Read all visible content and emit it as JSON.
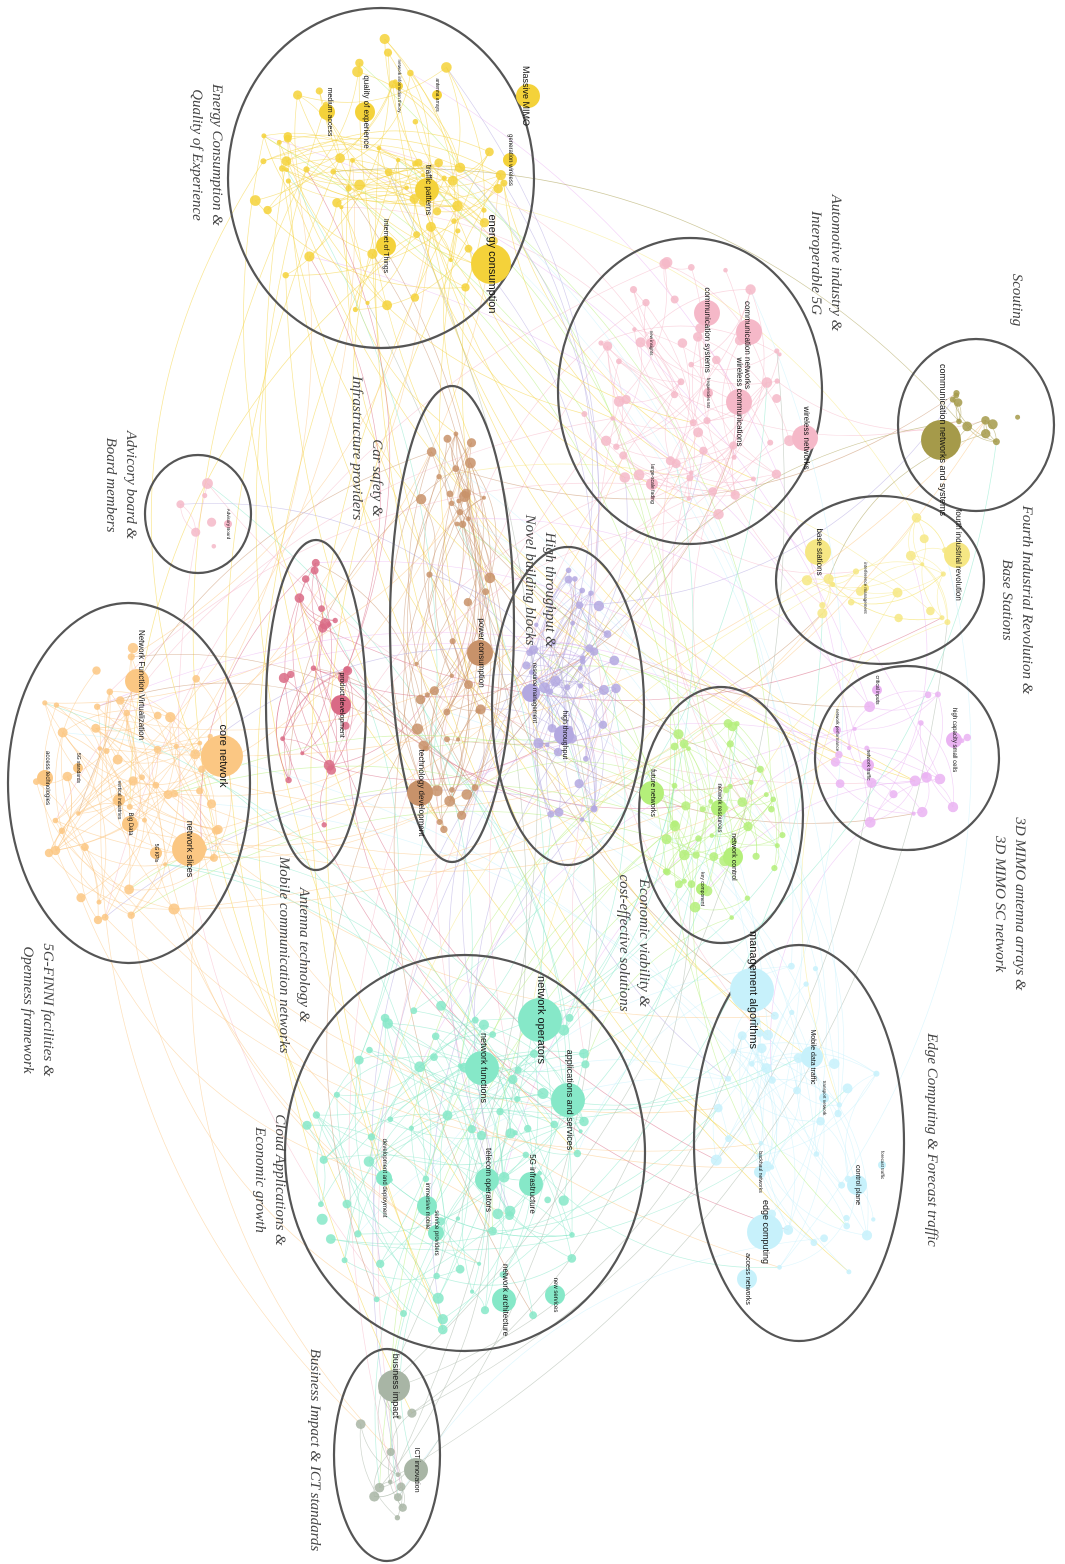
{
  "cluster_titles": [
    "Energy Consumption &",
    "Quality of Experience",
    "Automotive industry &",
    "Interoperable 5G",
    "Scouting",
    "Car safety &",
    "Infrastructure providers",
    "High throughput &",
    "Novel building blocks",
    "Advicory board &",
    "Board members",
    "Fourth Industrial Revolution &",
    "Base Stations",
    "3D MIMO antenna arrays &",
    "3D MIMO SC network",
    "Economic viability &",
    "cost-effective solutions",
    "Antenna technology &",
    "Mobile communication networks",
    "5G-FINNI facilities &",
    "Openness framework",
    "Edge Computing & Forecast traffic",
    "Cloud Applications &",
    "Economic growth",
    "Business Impact & ICT standards"
  ],
  "colors": {
    "yellow": "#f4d23a",
    "pink": "#f5b8c8",
    "olive": "#a59a4a",
    "brown": "#c8926a",
    "lavender": "#b3a8e0",
    "rose": "#d96a85",
    "orange": "#fbc783",
    "lightyellow": "#f6e784",
    "violet": "#eab3f2",
    "green": "#b4ef7a",
    "cyan": "#c7f1fb",
    "teal": "#86e8c8",
    "gray": "#a8b5a5"
  },
  "nodes": {
    "massive_mimo": "Massive MIMO",
    "quality_of_experience": "quality of experience",
    "medium_access": "medium access",
    "traffic_patterns": "traffic patterns",
    "internet_of_things": "Internet of Things",
    "energy_consumption": "energy consumption",
    "generation_wireless": "generation wireless",
    "antenna_arrays": "antenna arrays",
    "network_information_theory": "network information theory",
    "communication_systems": "communication systems",
    "communication_networks": "communication networks",
    "wireless_communications": "wireless communications",
    "wireless_networks": "wireless networks",
    "new_insights": "new insights",
    "frequencies_5g": "frequencies 5G",
    "large_scale_fading": "large-scale fading",
    "communication_networks_and_systems": "communication networks and systems",
    "power_consumption": "power consumption",
    "technology_development": "technology development",
    "product_development": "product development",
    "resource_management": "resource management",
    "high_throughput": "high throughput",
    "base_stations": "base stations",
    "fourth_industrial_revolution": "fourth industrial revolution",
    "interference_management": "interference management",
    "high_capacity_small_cells": "high capacity small cells",
    "network_traffic": "network traffic",
    "critical_inputs": "critical inputs",
    "network_performance": "network performance",
    "advisory_board": "Advisory Board",
    "core_network": "core network",
    "network_function_virtualization": "Network Function Virtualization",
    "network_slices": "network slices",
    "access_technologies": "access technologies",
    "big_data": "Big Data",
    "sdn_5g_standards": "5G standards",
    "vertical_industries": "vertical industries",
    "sdn_kpis": "5G KPIs",
    "future_networks": "future networks",
    "network_resources": "network resources",
    "network_control": "network control",
    "key_component": "key component",
    "management_algorithms": "management algorithms",
    "mobile_data_traffic": "Mobile data traffic",
    "edge_computing": "edge computing",
    "control_plane": "control plane",
    "access_networks": "access networks",
    "backhaul_networks": "backhaul networks",
    "network_operators": "network operators",
    "applications_and_services": "applications and services",
    "network_functions": "network functions",
    "infrastructure_5g": "5G infrastructure",
    "telecom_operators": "telecom operators",
    "development_and_deployment": "development and deployment",
    "immersive_mobile": "immersive mobile",
    "service_providers": "service providers",
    "network_architecture": "network architecture",
    "new_services": "new services",
    "business_impact": "business impact",
    "ict_innovation": "ICT innovation",
    "forecast_traffic": "forecast traffic",
    "transport_network": "transport network"
  }
}
